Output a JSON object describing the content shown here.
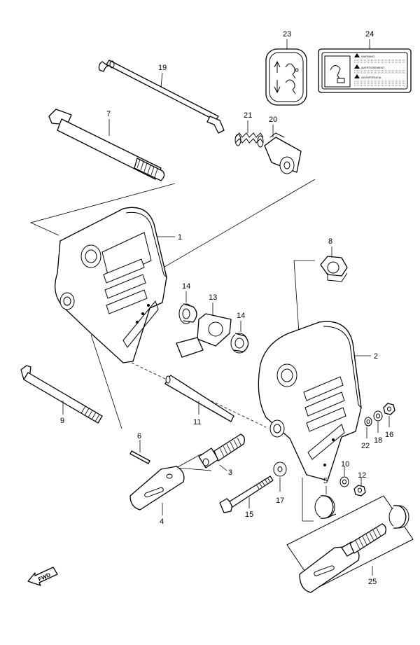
{
  "callouts": {
    "c1": "1",
    "c2": "2",
    "c3": "3",
    "c4": "4",
    "c5": "5",
    "c6": "6",
    "c7": "7",
    "c8": "8",
    "c9": "9",
    "c10": "10",
    "c11": "11",
    "c12": "12",
    "c13": "13",
    "c14a": "14",
    "c14b": "14",
    "c15": "15",
    "c16": "16",
    "c17": "17",
    "c18": "18",
    "c19": "19",
    "c20": "20",
    "c21": "21",
    "c22": "22",
    "c23": "23",
    "c24": "24",
    "c25": "25"
  },
  "label_24": {
    "line1": "WARNING",
    "line2": "AVERTISSEMENT",
    "line3": "ADVERTENCIA"
  },
  "direction_arrow": "FWD"
}
